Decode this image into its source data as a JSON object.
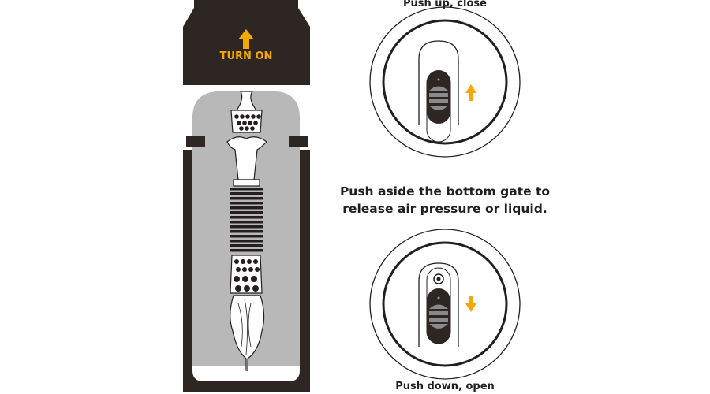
{
  "cap_label": "TURN ON",
  "top_caption": "Push up, close",
  "middle_caption_line1": "Push aside the bottom gate to",
  "middle_caption_line2": "release air pressure or liquid.",
  "bottom_caption": "Push down, open",
  "colors": {
    "dark": "#2e2623",
    "gray": "#b8b8b8",
    "accent": "#f5a800"
  }
}
